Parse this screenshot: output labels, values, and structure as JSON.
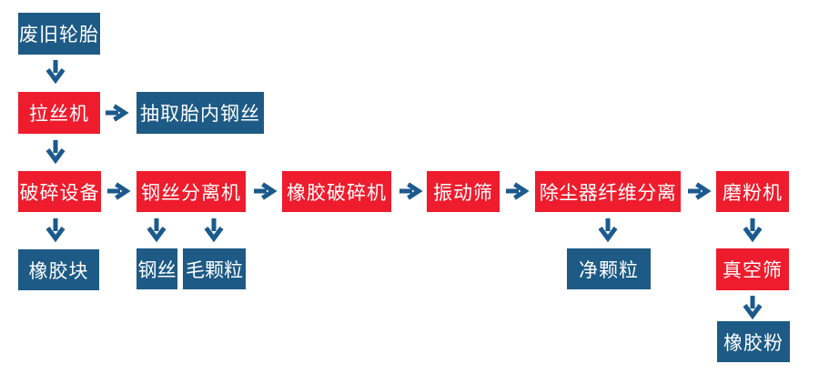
{
  "diagram": {
    "background": "#ffffff",
    "colors": {
      "process": "#ee1c2d",
      "product": "#1d5a85",
      "arrow": "#1b5a8d",
      "text": "#ffffff"
    },
    "nodes": [
      {
        "id": "waste-tire",
        "label": "废旧轮胎",
        "kind": "product"
      },
      {
        "id": "wire-drawing-machine",
        "label": "拉丝机",
        "kind": "process"
      },
      {
        "id": "extract-bead-wire",
        "label": "抽取胎内钢丝",
        "kind": "product"
      },
      {
        "id": "crushing-equipment",
        "label": "破碎设备",
        "kind": "process"
      },
      {
        "id": "rubber-blocks",
        "label": "橡胶块",
        "kind": "product"
      },
      {
        "id": "steel-wire-separator",
        "label": "钢丝分离机",
        "kind": "process"
      },
      {
        "id": "steel-wire",
        "label": "钢丝",
        "kind": "product"
      },
      {
        "id": "rough-granules",
        "label": "毛颗粒",
        "kind": "product"
      },
      {
        "id": "rubber-crusher",
        "label": "橡胶破碎机",
        "kind": "process"
      },
      {
        "id": "vibrating-screen",
        "label": "振动筛",
        "kind": "process"
      },
      {
        "id": "dust-fiber-separator",
        "label": "除尘器纤维分离",
        "kind": "process"
      },
      {
        "id": "clean-granules",
        "label": "净颗粒",
        "kind": "product"
      },
      {
        "id": "grinding-machine",
        "label": "磨粉机",
        "kind": "process"
      },
      {
        "id": "vacuum-screen",
        "label": "真空筛",
        "kind": "process"
      },
      {
        "id": "rubber-powder",
        "label": "橡胶粉",
        "kind": "product"
      }
    ],
    "connections": [
      {
        "from": "waste-tire",
        "to": "wire-drawing-machine",
        "direction": "down"
      },
      {
        "from": "wire-drawing-machine",
        "to": "extract-bead-wire",
        "direction": "right"
      },
      {
        "from": "wire-drawing-machine",
        "to": "crushing-equipment",
        "direction": "down"
      },
      {
        "from": "crushing-equipment",
        "to": "steel-wire-separator",
        "direction": "right"
      },
      {
        "from": "crushing-equipment",
        "to": "rubber-blocks",
        "direction": "down"
      },
      {
        "from": "steel-wire-separator",
        "to": "steel-wire",
        "direction": "down"
      },
      {
        "from": "steel-wire-separator",
        "to": "rough-granules",
        "direction": "down"
      },
      {
        "from": "steel-wire-separator",
        "to": "rubber-crusher",
        "direction": "right"
      },
      {
        "from": "rubber-crusher",
        "to": "vibrating-screen",
        "direction": "right"
      },
      {
        "from": "vibrating-screen",
        "to": "dust-fiber-separator",
        "direction": "right"
      },
      {
        "from": "dust-fiber-separator",
        "to": "clean-granules",
        "direction": "down"
      },
      {
        "from": "dust-fiber-separator",
        "to": "grinding-machine",
        "direction": "right"
      },
      {
        "from": "grinding-machine",
        "to": "vacuum-screen",
        "direction": "down"
      },
      {
        "from": "vacuum-screen",
        "to": "rubber-powder",
        "direction": "down"
      }
    ]
  }
}
